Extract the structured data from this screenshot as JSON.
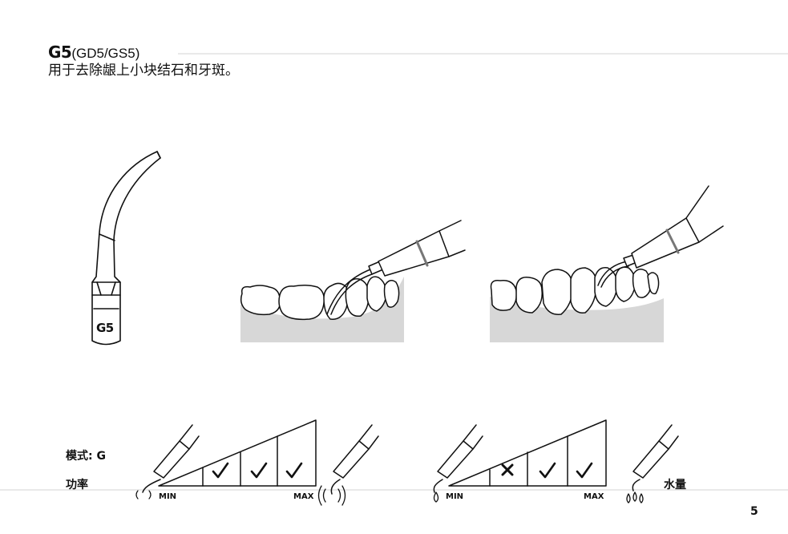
{
  "header": {
    "tip_code": "G5",
    "tip_variants": "(GD5/GS5)",
    "description": "用于去除龈上小块结石和牙斑。"
  },
  "illustration": {
    "tip_engraving": "G5"
  },
  "power_scale": {
    "mode_label": "模式: G",
    "power_label": "功率",
    "min_label": "MIN",
    "max_label": "MAX",
    "levels": [
      "check",
      "check",
      "check"
    ]
  },
  "water_scale": {
    "label": "水量",
    "min_label": "MIN",
    "max_label": "MAX",
    "levels": [
      "cross",
      "check",
      "check"
    ]
  },
  "footer": {
    "page_number": "5"
  },
  "colors": {
    "gum": "#d7d7d7",
    "rule": "#e9e9e9",
    "ink": "#111111"
  }
}
